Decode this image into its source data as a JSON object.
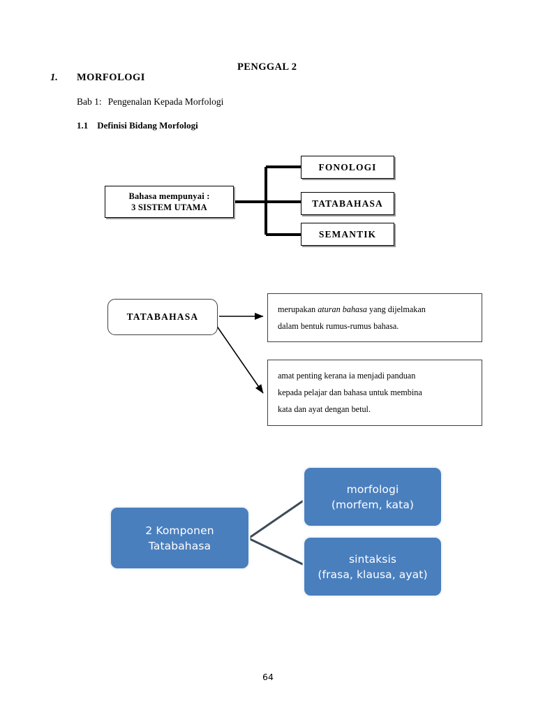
{
  "header": {
    "doc_title": "PENGGAL 2",
    "section_number": "1.",
    "section_title": "MORFOLOGI",
    "chapter_label": "Bab 1:",
    "chapter_title": "Pengenalan Kepada Morfologi",
    "subsection_number": "1.1",
    "subsection_title": "Definisi Bidang Morfologi"
  },
  "figure_systems": {
    "root_line1": "Bahasa mempunyai :",
    "root_line2": "3 SISTEM UTAMA",
    "branches": [
      {
        "label": "FONOLOGI"
      },
      {
        "label": "TATABAHASA"
      },
      {
        "label": "SEMANTIK"
      }
    ]
  },
  "figure_tatabahasa": {
    "node_label": "TATABAHASA",
    "definitions": [
      {
        "line1_before": "merupakan ",
        "line1_italic": "aturan bahasa",
        "line1_after": " yang dijelmakan",
        "line2": "dalam bentuk rumus-rumus bahasa."
      },
      {
        "line1": "amat penting kerana ia menjadi panduan",
        "line2": "kepada pelajar dan bahasa untuk membina",
        "line3": "kata dan ayat dengan betul."
      }
    ]
  },
  "figure_komponen": {
    "accent_color": "#4a7fbe",
    "connector_color": "#3c4a58",
    "root": {
      "line1": "2 Komponen",
      "line2": "Tatabahasa"
    },
    "children": [
      {
        "line1": "morfologi",
        "line2": "(morfem, kata)"
      },
      {
        "line1": "sintaksis",
        "line2": "(frasa, klausa, ayat)"
      }
    ]
  },
  "footer": {
    "page_number": "64"
  }
}
